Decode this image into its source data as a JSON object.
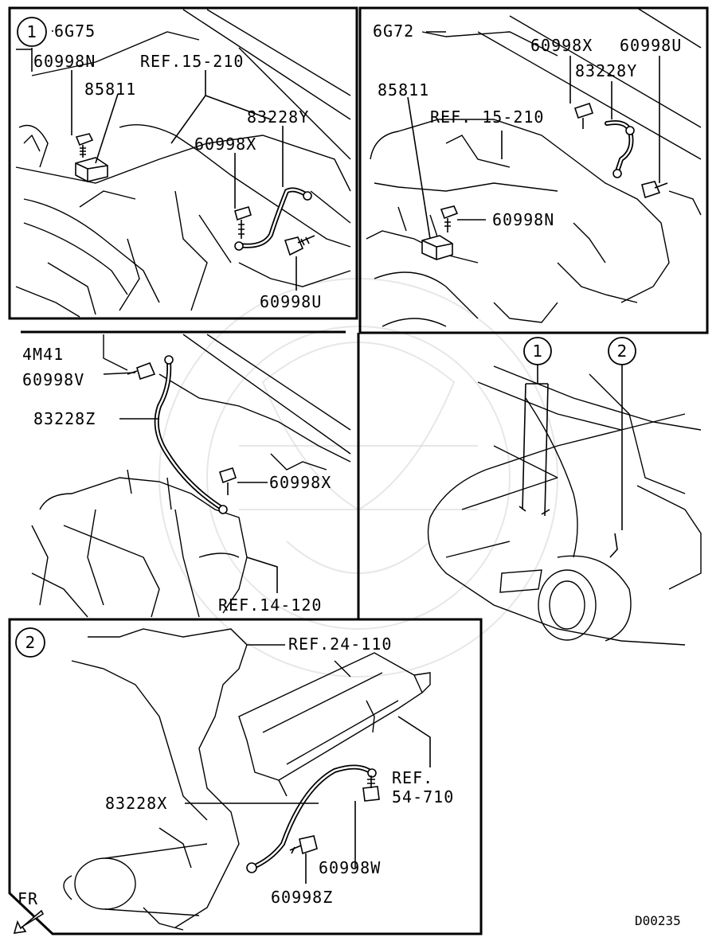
{
  "panels": {
    "p1": {
      "marker": "1",
      "engine": "6G75",
      "labels": {
        "l_60998N": "60998N",
        "l_ref": "REF.15-210",
        "l_85811": "85811",
        "l_83228Y": "83228Y",
        "l_60998X": "60998X",
        "l_60998U": "60998U"
      }
    },
    "p2": {
      "engine": "6G72",
      "labels": {
        "l_60998X": "60998X",
        "l_60998U": "60998U",
        "l_83228Y": "83228Y",
        "l_85811": "85811",
        "l_ref": "REF. 15-210",
        "l_60998N": "60998N"
      }
    },
    "p3": {
      "engine": "4M41",
      "labels": {
        "l_60998V": "60998V",
        "l_83228Z": "83228Z",
        "l_60998X": "60998X",
        "l_ref": "REF.14-120"
      }
    },
    "p4": {
      "marker_1": "1",
      "marker_2": "2"
    },
    "p5": {
      "marker": "2",
      "labels": {
        "l_ref24": "REF.24-110",
        "l_ref54a": "REF.",
        "l_ref54b": "54-710",
        "l_83228X": "83228X",
        "l_60998W": "60998W",
        "l_60998Z": "60998Z",
        "l_fr": "FR"
      }
    }
  },
  "diagram_code": "D00235"
}
